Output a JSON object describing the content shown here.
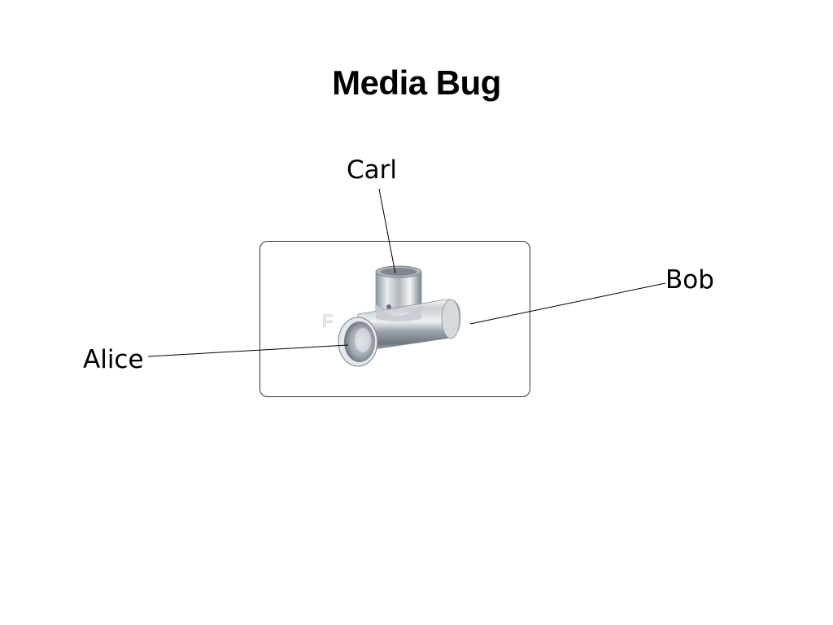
{
  "title": "Media Bug",
  "labels": {
    "carl": "Carl",
    "bob": "Bob",
    "alice": "Alice"
  },
  "watermark": "F"
}
